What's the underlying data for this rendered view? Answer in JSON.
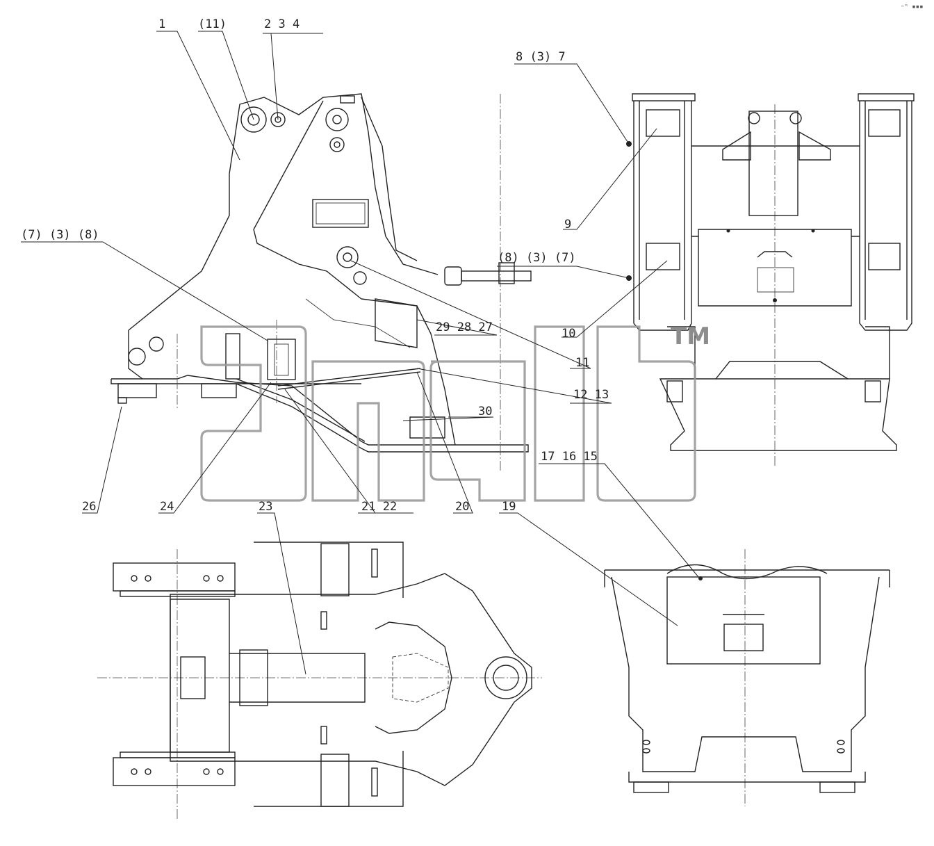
{
  "corner_note": "◦ⁿ ▪▪▪",
  "watermark": {
    "trademark": "TM"
  },
  "callouts": {
    "c1": "1",
    "c11p": "(11)",
    "c234": "2  3  4",
    "c7_3_8": "(7) (3) (8)",
    "c8_3_7_top": "8 (3) 7",
    "c9": "9",
    "c8_3_7_mid": "(8) (3) (7)",
    "c10": "10",
    "c29_28_27": "29 28 27",
    "c11": "11",
    "c12_13": "12 13",
    "c30": "30",
    "c17_16_15": "17 16 15",
    "c26": "26",
    "c24": "24",
    "c23": "23",
    "c21_22": "21  22",
    "c20": "20",
    "c19": "19"
  }
}
